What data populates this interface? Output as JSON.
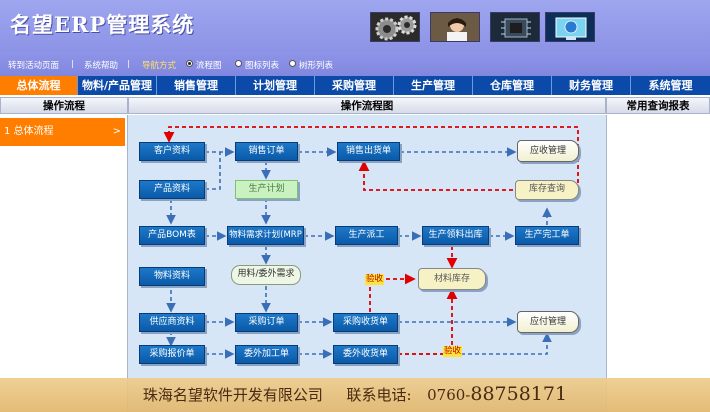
{
  "app": {
    "title": "名望ERP管理系统"
  },
  "toolbar": {
    "goto_home": "转到活动页面",
    "sep": "|",
    "help": "系统帮助",
    "nav_mode_label": "导航方式",
    "options": [
      "流程图",
      "图标列表",
      "树形列表"
    ],
    "selected": "流程图"
  },
  "nav": {
    "tabs": [
      "总体流程",
      "物料/产品管理",
      "销售管理",
      "计划管理",
      "采购管理",
      "生产管理",
      "仓库管理",
      "财务管理",
      "系统管理"
    ],
    "active": "总体流程"
  },
  "left": {
    "header": "操作流程",
    "items": [
      {
        "label": "1 总体流程",
        "chevron": ">"
      }
    ]
  },
  "center": {
    "header": "操作流程图",
    "nodes": {
      "customer": "客户资料",
      "sales_order": "销售订单",
      "sales_delivery": "销售出货单",
      "receivable": "应收管理",
      "product_info": "产品资料",
      "production_plan": "生产计划",
      "inventory_query": "库存查询",
      "product_bom": "产品BOM表",
      "mrp": "物料需求计划(MRP",
      "production_dispatch": "生产派工",
      "production_pick": "生产领料出库",
      "production_complete": "生产完工单",
      "material_info": "物料资料",
      "material_demand": "用料/委外需求",
      "material_stock": "材料库存",
      "supplier": "供应商资料",
      "purchase_order": "采购订单",
      "purchase_receipt": "采购收货单",
      "payable": "应付管理",
      "purchase_quote": "采购报价单",
      "outsource_order": "委外加工单",
      "outsource_receipt": "委外收货单"
    },
    "labels": {
      "inspect_1": "验收",
      "inspect_2": "验收"
    }
  },
  "right": {
    "header": "常用查询报表"
  },
  "footer": {
    "company": "珠海名望软件开发有限公司",
    "contact_label": "联系电话:",
    "phone_prefix": "0760-",
    "phone": "88758171"
  }
}
